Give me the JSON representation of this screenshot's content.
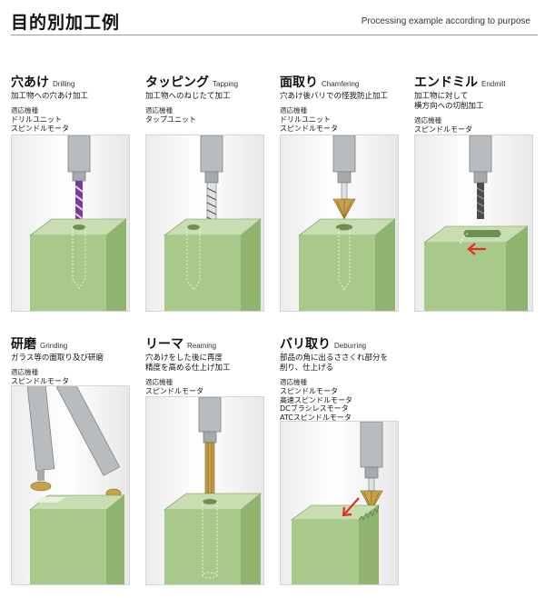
{
  "header": {
    "title": "目的別加工例",
    "subtitle": "Processing example according to purpose"
  },
  "cards": [
    {
      "id": "drilling",
      "name": "穴あけ",
      "name_en": "Drilling",
      "description": "加工物への穴あけ加工",
      "machines_label": "適応機種",
      "machines": [
        "ドリルユニット",
        "スピンドルモータ"
      ]
    },
    {
      "id": "tapping",
      "name": "タッピング",
      "name_en": "Tapping",
      "description": "加工物へのねじたて加工",
      "machines_label": "適応機種",
      "machines": [
        "タップユニット"
      ]
    },
    {
      "id": "chamfering",
      "name": "面取り",
      "name_en": "Chamfering",
      "description": "穴あけ後バリでの怪我防止加工",
      "machines_label": "適応機種",
      "machines": [
        "ドリルユニット",
        "スピンドルモータ"
      ]
    },
    {
      "id": "endmill",
      "name": "エンドミル",
      "name_en": "Endmill",
      "description": "加工物に対して\n横方向への切削加工",
      "machines_label": "適応機種",
      "machines": [
        "スピンドルモータ"
      ]
    },
    {
      "id": "grinding",
      "name": "研磨",
      "name_en": "Grinding",
      "description": "ガラス等の面取り及び研磨",
      "machines_label": "適応機種",
      "machines": [
        "スピンドルモータ"
      ]
    },
    {
      "id": "reaming",
      "name": "リーマ",
      "name_en": "Reaming",
      "description": "穴あけをした後に再度\n精度を高める仕上げ加工",
      "machines_label": "適応機種",
      "machines": [
        "スピンドルモータ"
      ]
    },
    {
      "id": "deburring",
      "name": "バリ取り",
      "name_en": "Deburring",
      "description": "部品の角に出るささくれ部分を\n削り、仕上げる",
      "machines_label": "適応機種",
      "machines": [
        "スピンドルモータ",
        "高速スピンドルモータ",
        "DCブラシレスモータ",
        "ATCスピンドルモータ"
      ]
    }
  ],
  "colors": {
    "block_front": "#a9c98a",
    "block_top": "#c9deb0",
    "block_side": "#8fb470",
    "spindle": "#b9bcbf",
    "drill_bit": "#7a3a9a",
    "brass": "#c8a24a",
    "arrow": "#e0302a"
  }
}
